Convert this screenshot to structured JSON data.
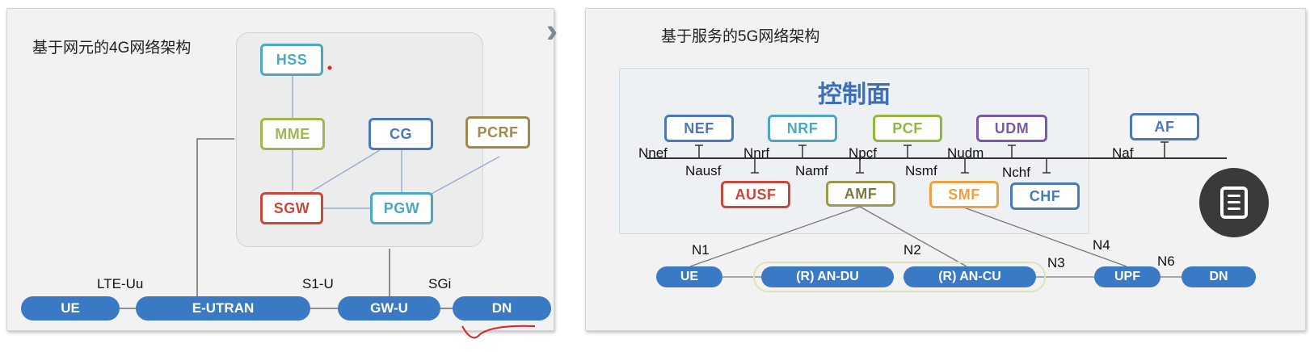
{
  "left_panel": {
    "title": "基于网元的4G网络架构",
    "elements": {
      "hss": "HSS",
      "mme": "MME",
      "cg": "CG",
      "pcrf": "PCRF",
      "sgw": "SGW",
      "pgw": "PGW"
    },
    "access_chain": {
      "ue": "UE",
      "eutran": "E-UTRAN",
      "gwu": "GW-U",
      "dn": "DN"
    },
    "interfaces": {
      "lte_uu": "LTE-Uu",
      "s1_u": "S1-U",
      "sgi": "SGi"
    }
  },
  "right_panel": {
    "title": "基于服务的5G网络架构",
    "control_plane_title": "控制面",
    "nf_top": {
      "nef": "NEF",
      "nrf": "NRF",
      "pcf": "PCF",
      "udm": "UDM",
      "af": "AF"
    },
    "nf_bottom": {
      "ausf": "AUSF",
      "amf": "AMF",
      "smf": "SMF",
      "chf": "CHF"
    },
    "service_interfaces": {
      "nnef": "Nnef",
      "nnrf": "Nnrf",
      "npcf": "Npcf",
      "nudm": "Nudm",
      "naf": "Naf",
      "nausf": "Nausf",
      "namf": "Namf",
      "nsmf": "Nsmf",
      "nchf": "Nchf"
    },
    "user_plane": {
      "ue": "UE",
      "an_du": "(R)  AN-DU",
      "an_cu": "(R)  AN-CU",
      "upf": "UPF",
      "dn": "DN"
    },
    "reference_points": {
      "n1": "N1",
      "n2": "N2",
      "n3": "N3",
      "n4": "N4",
      "n6": "N6"
    }
  },
  "colors": {
    "hss": "#4aa8c4",
    "mme": "#9cb84a",
    "cg": "#4a78b8",
    "pcrf": "#a0894a",
    "sgw": "#c9483c",
    "pgw": "#4aa8c4",
    "nef": "#4a78b8",
    "nrf": "#4aa8c4",
    "pcf": "#8fb83c",
    "udm": "#7a5aa8",
    "af": "#4a78b8",
    "ausf": "#c9483c",
    "amf": "#9a9a4a",
    "smf": "#f0a040",
    "chf": "#4a78b8",
    "pill": "#3a79c4"
  },
  "icons": [
    "chevron-right-icon",
    "document-list-icon"
  ]
}
